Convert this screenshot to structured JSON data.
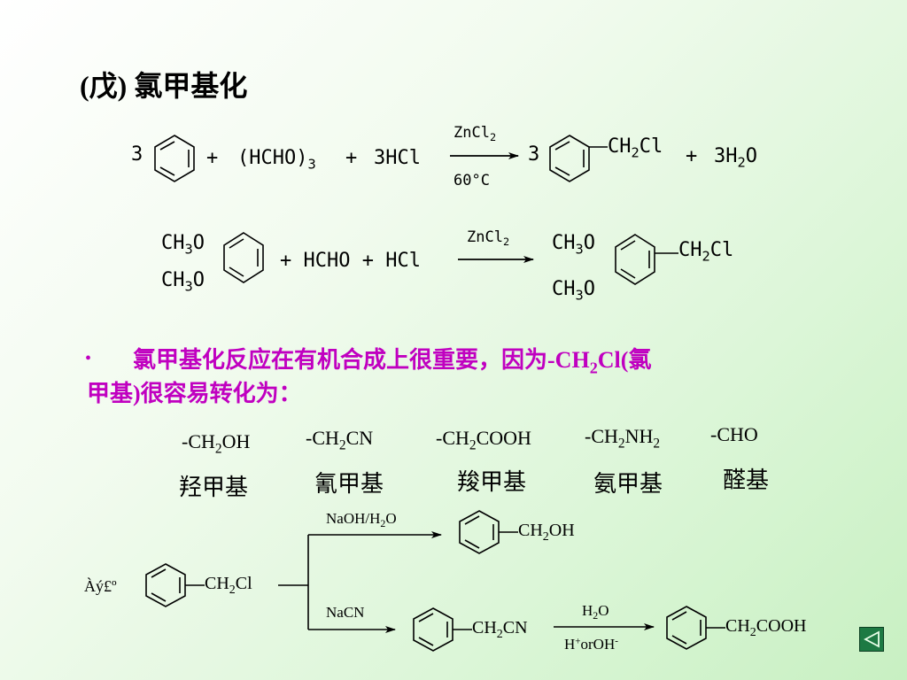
{
  "title": "(戊) 氯甲基化",
  "reaction1": {
    "coef_benzene": "3",
    "plus1": "+",
    "reagent2": "(HCHO)",
    "reagent2_sub": "3",
    "plus2": "+",
    "reagent3": "3HCl",
    "catalyst": "ZnCl",
    "catalyst_sub": "2",
    "temperature": "60°C",
    "coef_product": "3",
    "product_group": "CH",
    "product_group_sub": "2",
    "product_group_tail": "Cl",
    "plus3": "+",
    "byproduct": "3H",
    "byproduct_sub": "2",
    "byproduct_tail": "O"
  },
  "reaction2": {
    "sub_top": "CH",
    "sub_top_sub": "3",
    "sub_top_tail": "O",
    "sub_bottom": "CH",
    "sub_bottom_sub": "3",
    "sub_bottom_tail": "O",
    "reagents": "+ HCHO + HCl",
    "catalyst": "ZnCl",
    "catalyst_sub": "2",
    "prod_top": "CH",
    "prod_top_sub": "3",
    "prod_top_tail": "O",
    "prod_bottom": "CH",
    "prod_bottom_sub": "3",
    "prod_bottom_tail": "O",
    "prod_group": "CH",
    "prod_group_sub": "2",
    "prod_group_tail": "Cl"
  },
  "bullet": {
    "symbol": "•",
    "line1_a": "氯甲基化反应在有机合成上很重要，因为",
    "line1_b": "-CH",
    "line1_sub": "2",
    "line1_c": "Cl(氯",
    "line2": "甲基)很容易转化为："
  },
  "groups": [
    {
      "formula_a": "-CH",
      "formula_sub": "2",
      "formula_b": "OH",
      "name": "羟甲基"
    },
    {
      "formula_a": "-CH",
      "formula_sub": "2",
      "formula_b": "CN",
      "name": "氰甲基"
    },
    {
      "formula_a": "-CH",
      "formula_sub": "2",
      "formula_b": "COOH",
      "name": "羧甲基"
    },
    {
      "formula_a": "-CH",
      "formula_sub": "2",
      "formula_b": "NH",
      "formula_sub2": "2",
      "name": "氨甲基"
    },
    {
      "formula_a": "-CHO",
      "name": "醛基"
    }
  ],
  "scheme": {
    "garbled_label": "Àý£º",
    "start_a": "CH",
    "start_sub": "2",
    "start_b": "Cl",
    "upper_reagent_a": "NaOH/H",
    "upper_reagent_sub": "2",
    "upper_reagent_b": "O",
    "upper_product_a": "CH",
    "upper_product_sub": "2",
    "upper_product_b": "OH",
    "lower_reagent": "NaCN",
    "lower_product_a": "CH",
    "lower_product_sub": "2",
    "lower_product_b": "CN",
    "hydrolysis_top_a": "H",
    "hydrolysis_top_sub": "2",
    "hydrolysis_top_b": "O",
    "hydrolysis_bottom_a": "H",
    "hydrolysis_bottom_sup": "+",
    "hydrolysis_bottom_b": "orOH",
    "hydrolysis_bottom_sup2": "-",
    "final_a": "CH",
    "final_sub": "2",
    "final_b": "COOH"
  },
  "colors": {
    "bullet_text": "#c000c0",
    "nav_button": "#1d7a43"
  },
  "icons": {
    "nav": "back-triangle-icon"
  }
}
